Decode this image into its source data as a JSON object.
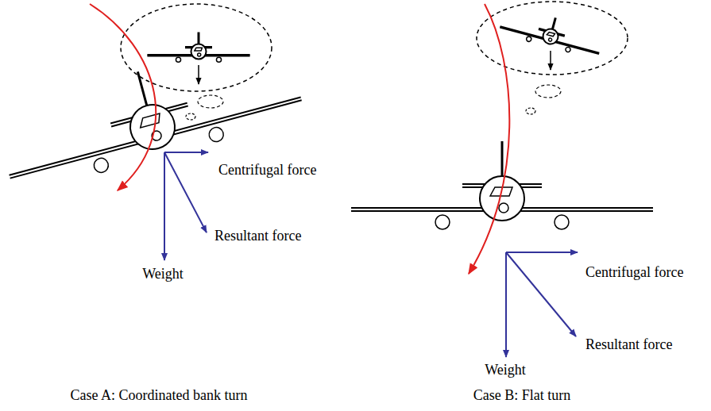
{
  "diagram": {
    "labels": [
      "Centrifugal force",
      "Resultant force",
      "Weight",
      "Case A: Coordinated bank turn",
      "Centrifugal force",
      "Resultant force",
      "Weight",
      "Case B: Flat turn"
    ]
  }
}
